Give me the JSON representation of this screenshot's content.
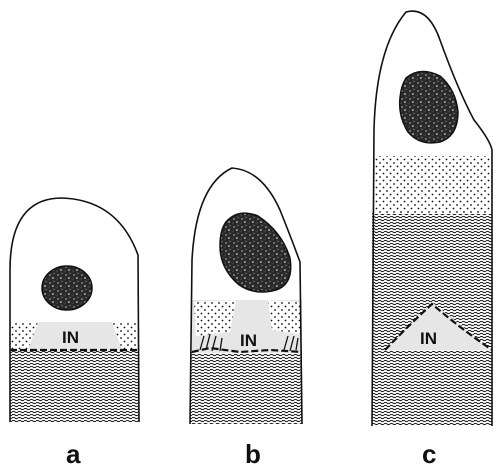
{
  "panels": [
    {
      "letter": "a",
      "region_label": "IN"
    },
    {
      "letter": "b",
      "region_label": "IN"
    },
    {
      "letter": "c",
      "region_label": "IN"
    }
  ],
  "colors": {
    "ink": "#111111",
    "background": "#ffffff",
    "in_region_fill": "#e6e6e6",
    "nucleus_fill": "#3a3a3a"
  }
}
